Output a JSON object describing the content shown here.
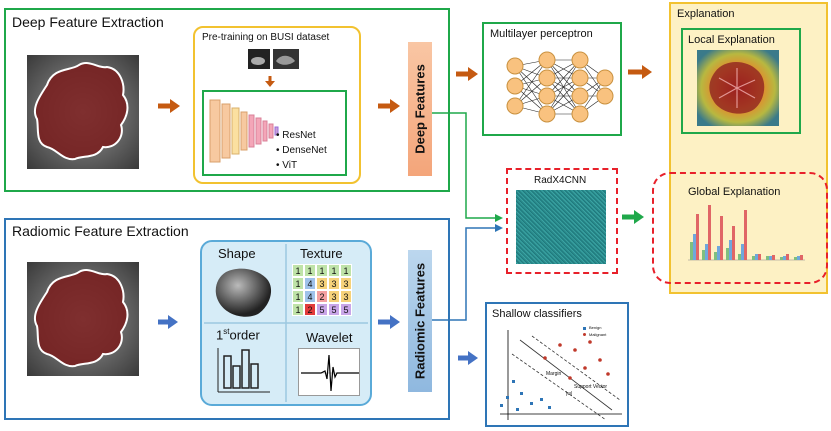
{
  "deep": {
    "title": "Deep Feature Extraction",
    "pretrain": "Pre-training on BUSI dataset",
    "models": [
      "ResNet",
      "DenseNet",
      "ViT"
    ],
    "features_label": "Deep Features"
  },
  "radiomic": {
    "title": "Radiomic Feature Extraction",
    "shape": "Shape",
    "texture": "Texture",
    "first_order_sup": "st",
    "first_order_main": "order",
    "first_order_num": "1",
    "wavelet": "Wavelet",
    "features_label": "Radiomic Features",
    "texture_grid": [
      [
        "1",
        "1",
        "1",
        "1",
        "1"
      ],
      [
        "1",
        "4",
        "3",
        "3",
        "3"
      ],
      [
        "1",
        "4",
        "2",
        "3",
        "3"
      ],
      [
        "1",
        "2",
        "5",
        "5",
        "5"
      ]
    ]
  },
  "mlp": {
    "title": "Multilayer perceptron"
  },
  "cnn": {
    "title": "RadX4CNN"
  },
  "shallow": {
    "title": "Shallow classifiers",
    "legend": [
      "Benign",
      "Malignant"
    ],
    "labels": [
      "Margin",
      "Support Vector",
      "|w|"
    ]
  },
  "explanation": {
    "title": "Explanation",
    "local": "Local Explanation",
    "global": "Global Explanation"
  },
  "colors": {
    "green": "#1fa84a",
    "yellow_border": "#f2c230",
    "yellow_fill": "#fdf1c4",
    "blue": "#2e75b6",
    "red": "#e8202a",
    "arrow_orange": "#c55a11",
    "arrow_blue": "#4472c4"
  }
}
